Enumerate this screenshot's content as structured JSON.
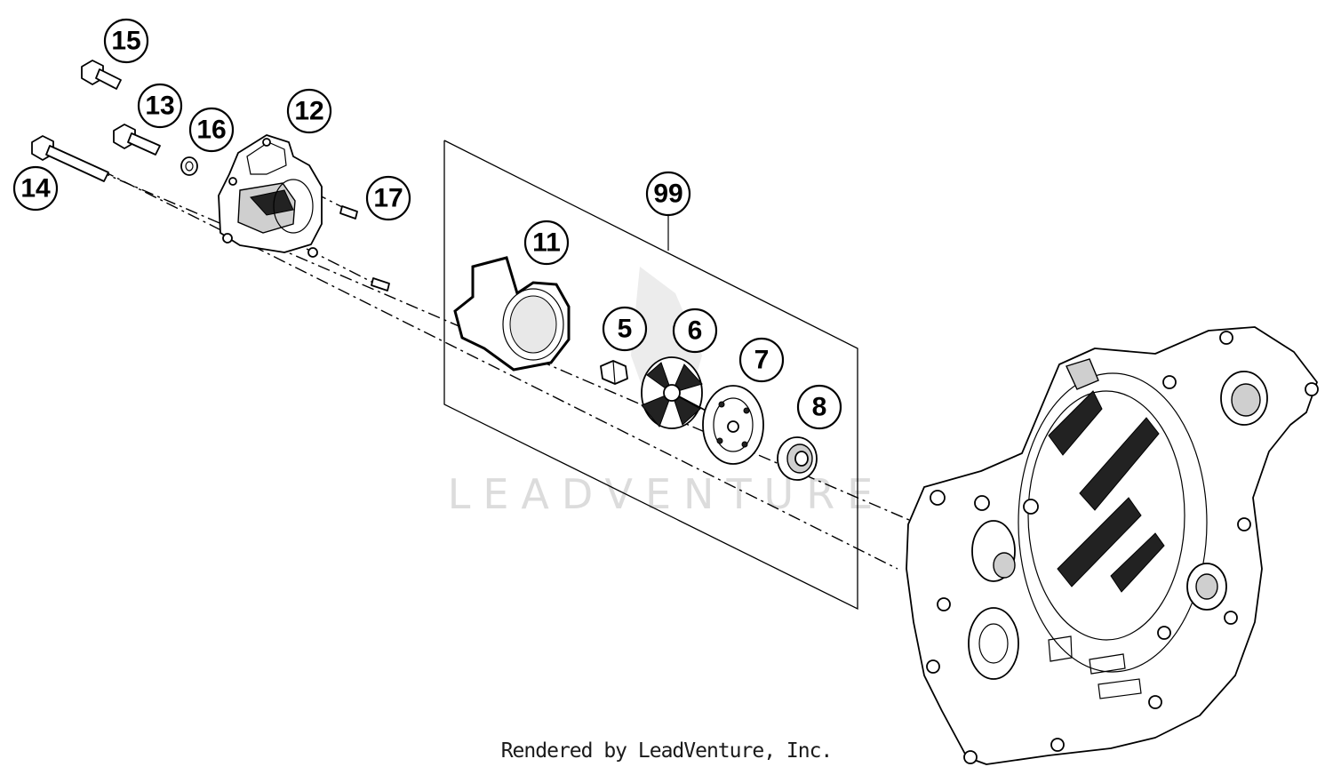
{
  "diagram": {
    "watermark_text": "LEADVENTURE",
    "credit": "Rendered by LeadVenture, Inc.",
    "callouts": [
      "15",
      "13",
      "16",
      "12",
      "14",
      "17",
      "11",
      "99",
      "5",
      "6",
      "7",
      "8"
    ],
    "colors": {
      "line": "#000000",
      "background": "#ffffff",
      "watermark": "#dcdcdc"
    }
  }
}
